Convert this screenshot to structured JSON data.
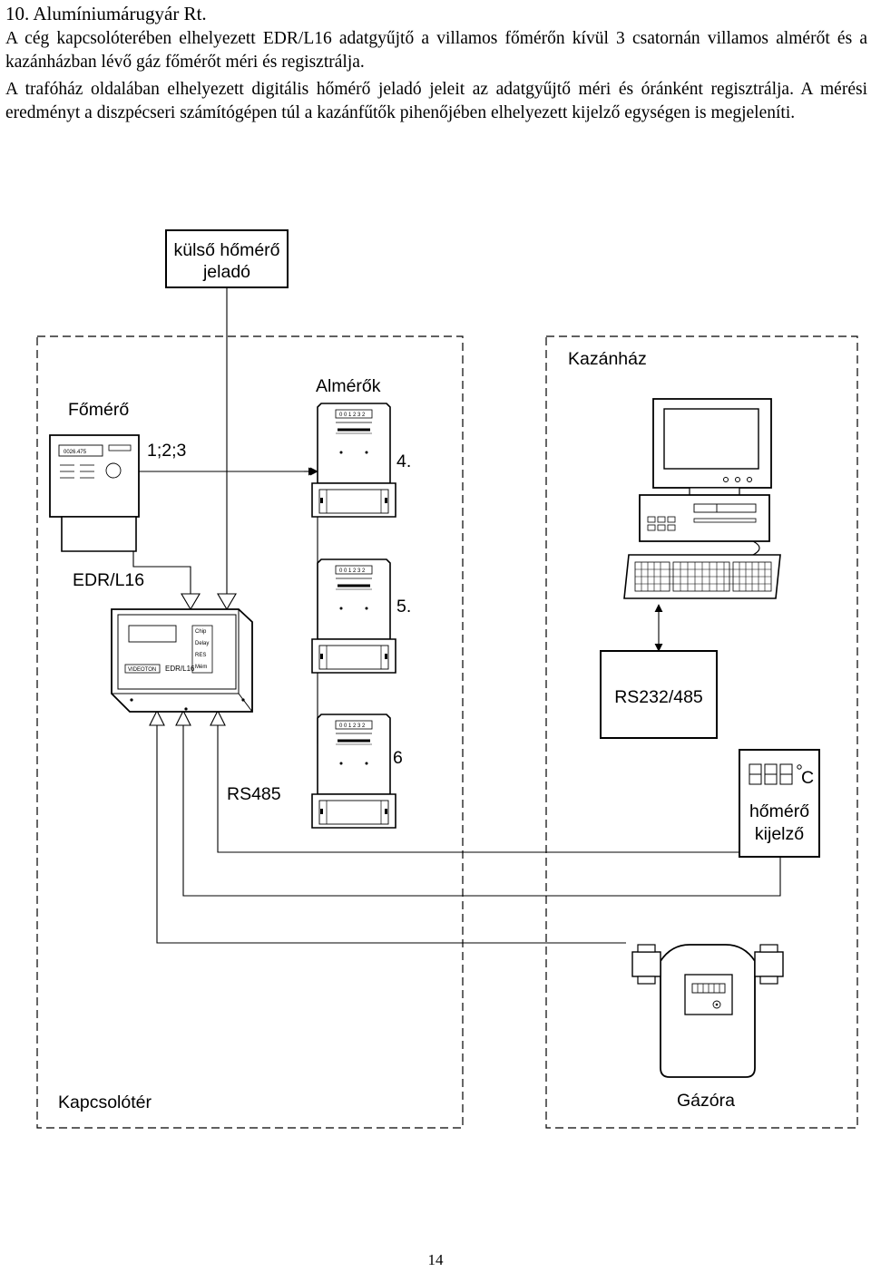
{
  "heading": "10. Alumíniumárugyár Rt.",
  "paragraph1": "A cég kapcsolóterében elhelyezett EDR/L16 adatgyűjtő a villamos főmérőn kívül 3 csatornán villamos almérőt és a kazánházban lévő gáz főmérőt méri és regisztrálja.",
  "paragraph2": "A trafóház oldalában elhelyezett digitális hőmérő jeladó jeleit az adatgyűjtő méri és óránként regisztrálja. A mérési eredményt a diszpécseri számítógépen túl a kazánfűtők pihenőjében elhelyezett kijelző egységen is megjeleníti.",
  "diagram": {
    "sensor_line1": "külső hőmérő",
    "sensor_line2": "jeladó",
    "main_meter": "Főmérő",
    "main_meter_display": "0026.475",
    "channels": "1;2;3",
    "submeters": "Almérők",
    "submeter_display": "0 0 1 2 3 2",
    "sub4": "4.",
    "sub5": "5.",
    "sub6": "6",
    "edr": "EDR/L16",
    "edr_brand": "VIDEOTON",
    "edr_model": "EDR/L16",
    "edr_btn1": "Chip",
    "edr_btn2": "Delay",
    "edr_btn3": "RES",
    "edr_btn4": "Mém",
    "rs485": "RS485",
    "boiler_house": "Kazánház",
    "rs232": "RS232/485",
    "unit_c": "C",
    "display_line1": "hőmérő",
    "display_line2": "kijelző",
    "switch_room": "Kapcsolótér",
    "gas_meter": "Gázóra"
  },
  "page_number": "14"
}
